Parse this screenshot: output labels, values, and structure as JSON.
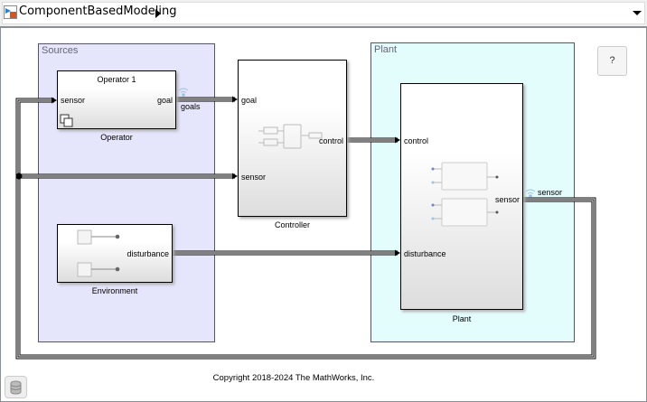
{
  "titlebar": {
    "model_name": "ComponentBasedModeling",
    "model-icon": "simulink-model-icon",
    "breadcrumb_arrow": "triangle-right-icon",
    "dropdown": "triangle-down-icon"
  },
  "areas": {
    "sources": "Sources",
    "plant": "Plant"
  },
  "blocks": {
    "operator": {
      "title": "Operator 1",
      "in": "sensor",
      "out": "goal",
      "caption": "Operator"
    },
    "controller": {
      "in1": "goal",
      "in2": "sensor",
      "out": "control",
      "caption": "Controller"
    },
    "environment": {
      "out": "disturbance",
      "caption": "Environment"
    },
    "plant": {
      "in1": "control",
      "in2": "disturbance",
      "out": "sensor",
      "caption": "Plant"
    }
  },
  "signals": {
    "goals": "goals",
    "sensor": "sensor"
  },
  "help": "?",
  "copyright": "Copyright 2018-2024 The MathWorks, Inc."
}
